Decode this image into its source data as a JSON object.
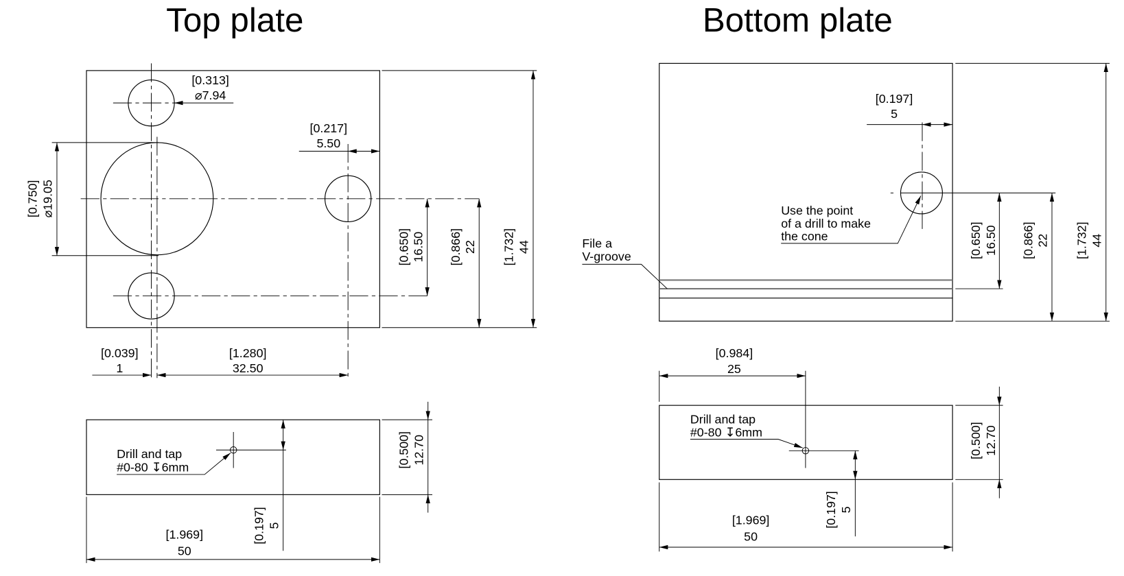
{
  "top_plate": {
    "title": "Top plate",
    "small_hole_dia": {
      "inch": "[0.313]",
      "mm": "⌀7.94"
    },
    "right_hole_offset": {
      "inch": "[0.217]",
      "mm": "5.50"
    },
    "big_hole_dia": {
      "inch": "[0.750]",
      "mm": "⌀19.05"
    },
    "hole_spacing": {
      "inch": "[0.650]",
      "mm": "16.50"
    },
    "half_height": {
      "inch": "[0.866]",
      "mm": "22"
    },
    "height": {
      "inch": "[1.732]",
      "mm": "44"
    },
    "center_offset": {
      "inch": "[0.039]",
      "mm": "1"
    },
    "hole_distance": {
      "inch": "[1.280]",
      "mm": "32.50"
    },
    "side_view": {
      "note_line1": "Drill and tap",
      "note_line2": "#0-80 ↧6mm",
      "hole_depth": {
        "inch": "[0.197]",
        "mm": "5"
      },
      "thickness": {
        "inch": "[0.500]",
        "mm": "12.70"
      },
      "width": {
        "inch": "[1.969]",
        "mm": "50"
      }
    }
  },
  "bottom_plate": {
    "title": "Bottom plate",
    "cone_offset": {
      "inch": "[0.197]",
      "mm": "5"
    },
    "cone_note": [
      "Use the point",
      "of a drill to make",
      "the cone"
    ],
    "groove_note": [
      "File a",
      "V-groove"
    ],
    "groove_height": {
      "inch": "[0.650]",
      "mm": "16.50"
    },
    "half_height": {
      "inch": "[0.866]",
      "mm": "22"
    },
    "height": {
      "inch": "[1.732]",
      "mm": "44"
    },
    "side_view": {
      "hole_position": {
        "inch": "[0.984]",
        "mm": "25"
      },
      "note_line1": "Drill and tap",
      "note_line2": "#0-80 ↧6mm",
      "hole_depth": {
        "inch": "[0.197]",
        "mm": "5"
      },
      "thickness": {
        "inch": "[0.500]",
        "mm": "12.70"
      },
      "width": {
        "inch": "[1.969]",
        "mm": "50"
      }
    }
  }
}
